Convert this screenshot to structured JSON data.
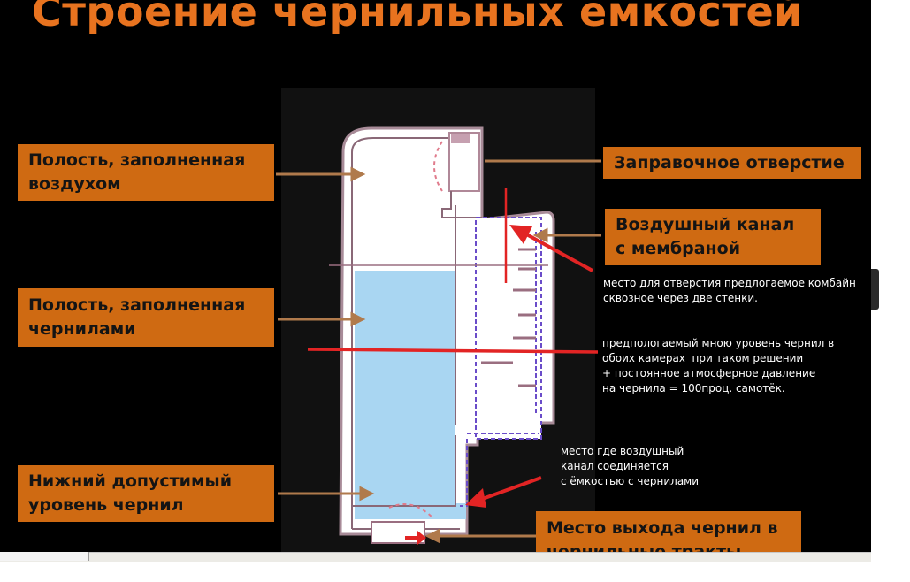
{
  "title": "Строение чернильных емкостей",
  "labels": {
    "air_cavity": [
      "Полость, заполненная",
      "воздухом"
    ],
    "ink_cavity": [
      "Полость, заполненная",
      "чернилами"
    ],
    "min_level": [
      "Нижний допустимый",
      "уровень чернил"
    ],
    "fill_hole": [
      "Заправочное отверстие"
    ],
    "air_channel": [
      "Воздушный канал",
      "с мембраной"
    ],
    "ink_outlet": [
      "Место выхода чернил в",
      "чернильные тракты"
    ]
  },
  "annotations": {
    "hole_note": "место для отверстия предлогаемое комбайн\nсквозное через две стенки.",
    "level_note": "предпологаемый мною уровень чернил в\nобоих камерах  при таком решении\n+ постоянное атмосферное давление\nна чернила = 100проц. самотёк.",
    "junction_note": "место где воздушный\nканал соединяется\nс ёмкостью с чернилами"
  },
  "colors": {
    "title": "#e8731f",
    "label_box": "#cf6a12",
    "ink": "#a9d6f2",
    "annotation_arrow": "#e22424",
    "membrane": "#6a4cc9",
    "wall": "#9a6e80"
  }
}
